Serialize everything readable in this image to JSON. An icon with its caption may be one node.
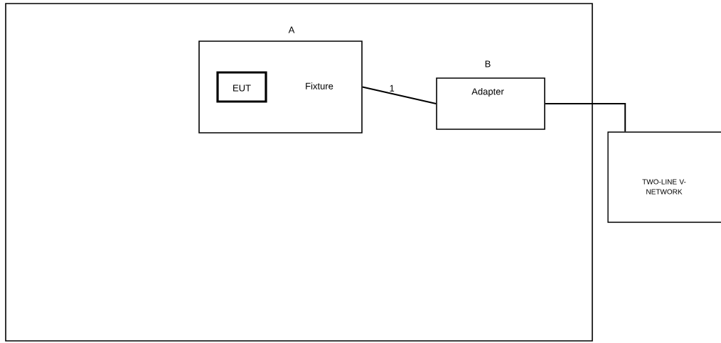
{
  "diagram": {
    "nodes": [
      {
        "text": [],
        "shape": "box"
      },
      {
        "text": [
          "A",
          "Fixture"
        ],
        "in": 0
      },
      {
        "text": [
          "EUT"
        ],
        "in": 1
      },
      {
        "text": [
          "B",
          "Adapter"
        ],
        "in": 0
      },
      {
        "text": [
          "TWO-LINE V- NETWORK"
        ]
      }
    ],
    "edges": [
      {
        "from": 1,
        "to": 3,
        "arrow": "none",
        "label": "1"
      },
      {
        "from": 3,
        "to": 4,
        "arrow": "none"
      }
    ]
  }
}
